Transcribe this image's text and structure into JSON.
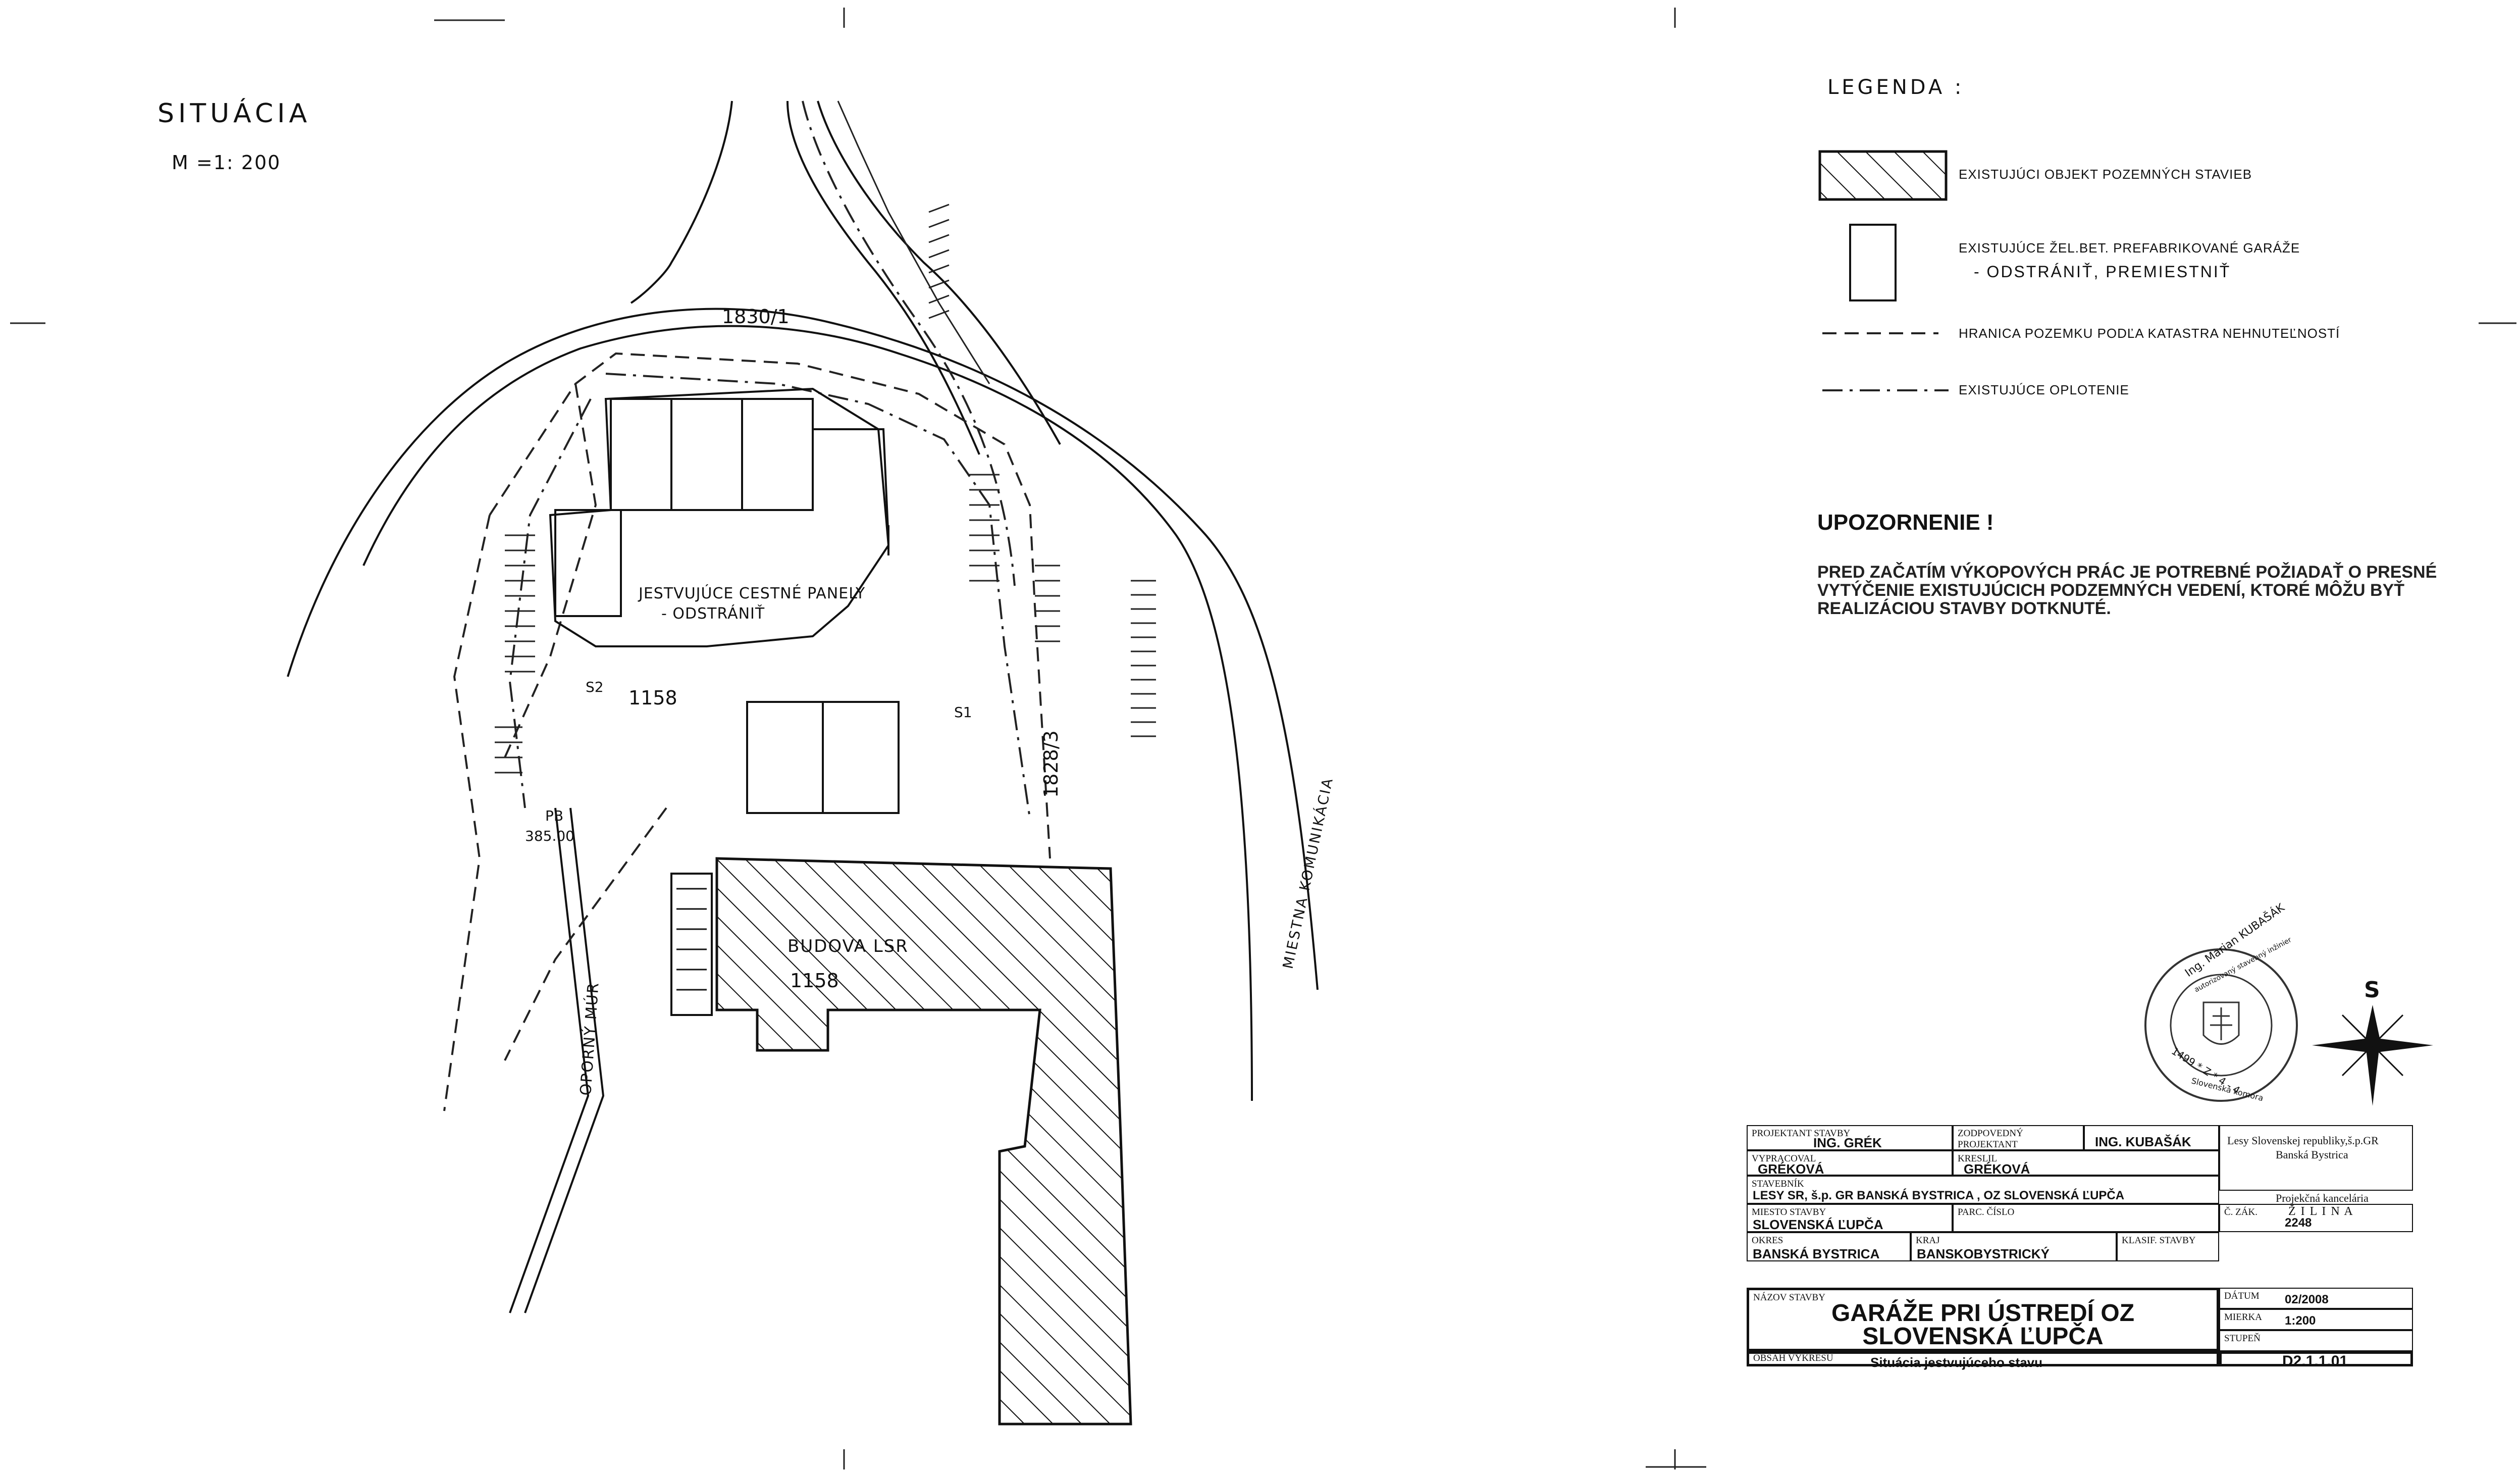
{
  "header": {
    "title": "SITUÁCIA",
    "scale": "M =1: 200"
  },
  "plan": {
    "parcels": [
      "1830/1",
      "1158",
      "1828/3"
    ],
    "panels_label_1": "JESTVUJÚCE CESTNÉ PANELY",
    "panels_label_2": "- ODSTRÁNIŤ",
    "building_label": "BUDOVA LSR",
    "building_parcel": "1158",
    "road_label": "MIESTNA KOMUNIKÁCIA",
    "wall_label": "OPORNÝ MÚR",
    "benchmark_1": "PB",
    "benchmark_2": "385.00",
    "s1": "S1",
    "s2": "S2"
  },
  "legend": {
    "title": "LEGENDA :",
    "items": [
      {
        "icon": "hatched-rectangle",
        "text": "EXISTUJÚCI OBJEKT POZEMNÝCH STAVIEB"
      },
      {
        "icon": "empty-rectangle",
        "text": "EXISTUJÚCE ŽEL.BET. PREFABRIKOVANÉ GARÁŽE",
        "text2": "- ODSTRÁNIŤ, PREMIESTNIŤ"
      },
      {
        "icon": "dashed-line",
        "text": "HRANICA POZEMKU PODĽA KATASTRA NEHNUTEĽNOSTÍ"
      },
      {
        "icon": "dash-dot-line",
        "text": "EXISTUJÚCE OPLOTENIE"
      }
    ]
  },
  "notice": {
    "title": "UPOZORNENIE !",
    "body": "PRED ZAČATÍM VÝKOPOVÝCH PRÁC JE POTREBNÉ POŽIADAŤ O PRESNÉ VYTÝČENIE EXISTUJÚCICH PODZEMNÝCH VEDENÍ, KTORÉ MÔŽU BYŤ REALIZÁCIOU STAVBY DOTKNUTÉ."
  },
  "stamp": {
    "top": "Ing. Marian KUBAŠÁK",
    "line2": "autorizovaný stavebný inžinier",
    "number": "1499 * Z * 4 - 4",
    "bottom": "Slovenská komora"
  },
  "north": {
    "label": "S"
  },
  "title_block": {
    "projektant_stavby_label": "PROJEKTANT STAVBY",
    "projektant_stavby": "ING. GRÉK",
    "zodpovedny_label": "ZODPOVEDNÝ PROJEKTANT",
    "zodpovedny": "ING. KUBAŠÁK",
    "vypracoval_label": "VYPRACOVAL",
    "vypracoval": "GRÉKOVÁ",
    "kreslil_label": "KRESLIL",
    "kreslil": "GRÉKOVÁ",
    "org_1": "Lesy Slovenskej republiky,š.p.GR",
    "org_2": "Banská Bystrica",
    "office_1": "Projekčná kancelária",
    "office_2": "Ž I L I N A",
    "stavebnik_label": "STAVEBNÍK",
    "stavebnik": "LESY SR, š.p. GR BANSKÁ BYSTRICA , OZ SLOVENSKÁ ĽUPČA",
    "miesto_label": "MIESTO STAVBY",
    "miesto": "SLOVENSKÁ ĽUPČA",
    "parc_label": "PARC. ČÍSLO",
    "parc": "",
    "c_zak_label": "Č. ZÁK.",
    "c_zak": "2248",
    "okres_label": "OKRES",
    "okres": "BANSKÁ BYSTRICA",
    "kraj_label": "KRAJ",
    "kraj": "BANSKOBYSTRICKÝ",
    "klasif_label": "KLASIF. STAVBY",
    "nazov_label": "NÁZOV STAVBY",
    "nazov_1": "GARÁŽE PRI ÚSTREDÍ OZ",
    "nazov_2": "SLOVENSKÁ ĽUPČA",
    "datum_label": "DÁTUM",
    "datum": "02/2008",
    "mierka_label": "MIERKA",
    "mierka": "1:200",
    "stupen_label": "STUPEŇ",
    "stupen": "",
    "vykres_label": "OBSAH VÝKRESU",
    "vykres": "Situácia jestvujúceho stavu",
    "cislo": "D2.1.1.01"
  }
}
